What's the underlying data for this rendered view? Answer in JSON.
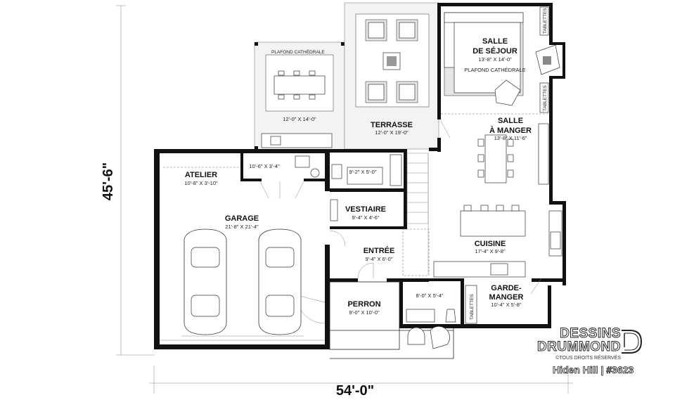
{
  "dimensions": {
    "width": "54'-0\"",
    "depth": "45'-6\""
  },
  "rooms": {
    "salle_de_sejour": {
      "name_1": "SALLE",
      "name_2": "DE SÉJOUR",
      "size": "13'-8\" X 14'-0\"",
      "note": "PLAFOND CATHÉDRALE"
    },
    "salle_a_manger": {
      "name_1": "SALLE",
      "name_2": "À MANGER",
      "size": "13'-8\" X 11'-6\""
    },
    "terrasse": {
      "name": "TERRASSE",
      "size": "12'-0\" X 19'-0\""
    },
    "covered_patio": {
      "note": "PLAFOND CATHÉDRALE",
      "size": "12'-0\" X 14'-0\""
    },
    "atelier": {
      "name": "ATELIER",
      "size": "10'-8\" X 3'-10\""
    },
    "storage": {
      "size": "10'-6\" X 3'-4\""
    },
    "bathroom": {
      "size": "9'-2\" X 5'-0\""
    },
    "garage": {
      "name": "GARAGE",
      "size": "21'-8\" X 21'-4\""
    },
    "vestiaire": {
      "name": "VESTIAIRE",
      "size": "9'-4\" X 4'-6\""
    },
    "entree": {
      "name": "ENTRÉE",
      "size": "9'-4\" X 6'-0\""
    },
    "cuisine": {
      "name": "CUISINE",
      "size": "17'-4\" X 9'-8\""
    },
    "perron": {
      "name": "PERRON",
      "size": "9'-0\" X 10'-0\""
    },
    "office": {
      "size": "8'-0\" X 5'-4\""
    },
    "garde_manger": {
      "name_1": "GARDE-",
      "name_2": "MANGER",
      "size": "10'-4\" X 5'-8\""
    }
  },
  "labels": {
    "tablettes": "TABLETTES"
  },
  "brand": {
    "name_line_1": "DESSINS",
    "name_line_2": "DRUMMOND",
    "rights": "©TOUS DROITS RÉSERVÉS",
    "plan_title": "Hiden Hill | #3623"
  }
}
